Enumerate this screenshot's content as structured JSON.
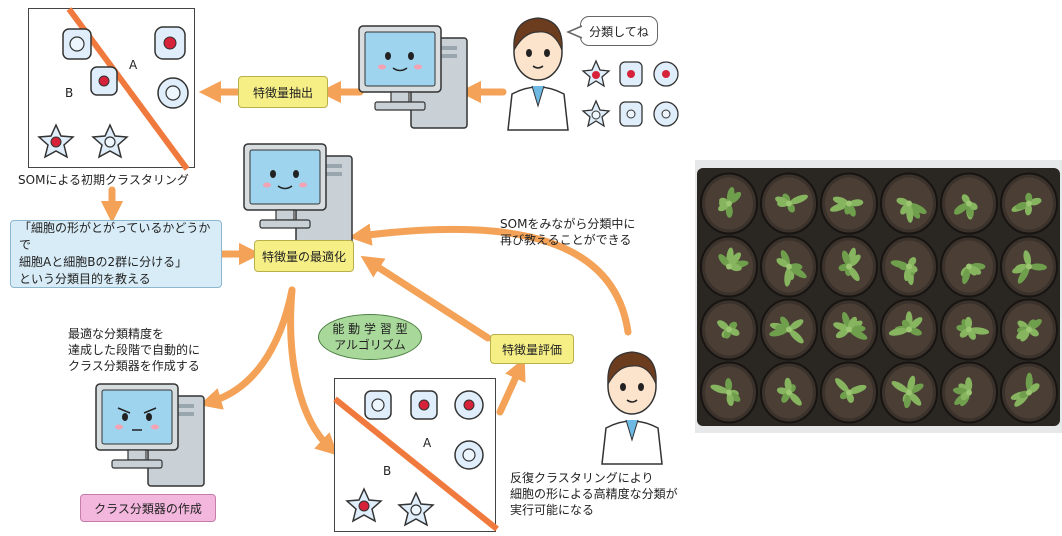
{
  "top_panel": {
    "label_a": "A",
    "label_b": "B"
  },
  "bottom_panel": {
    "label_a": "A",
    "label_b": "B"
  },
  "feature_extraction_label": "特徴量抽出",
  "speech_bubble_text": "分類してね",
  "som_initial_clustering": "SOMによる初期クラスタリング",
  "teaching_box": {
    "line1": "「細胞の形がとがっているかどうかで",
    "line2": "細胞Aと細胞Bの2群に分ける」",
    "line3": "という分類目的を教える"
  },
  "feature_optimization_label": "特徴量の最適化",
  "som_reteach_text": {
    "line1": "SOMをみながら分類中に",
    "line2": "再び教えることができる"
  },
  "active_learning_label": {
    "line1": "能 動 学 習 型",
    "line2": "アルゴリズム"
  },
  "feature_evaluation_label": "特徴量評価",
  "auto_classifier_text": {
    "line1": "最適な分類精度を",
    "line2": "達成した段階で自動的に",
    "line3": "クラス分類器を作成する"
  },
  "classifier_creation_label": "クラス分類器の作成",
  "iterative_clustering_text": {
    "line1": "反復クラスタリングにより",
    "line2": "細胞の形による高精度な分類が",
    "line3": "実行可能になる"
  },
  "colors": {
    "arrow_orange": "#f3a257",
    "cluster_line": "#f07a3d",
    "yellow_box": "#f5ef86",
    "blue_box": "#d7ecf7",
    "pink_box": "#f3b6dd",
    "green_oval": "#a9d89b",
    "cell_red": "#d6233a",
    "cell_fill": "#dfeefa"
  }
}
